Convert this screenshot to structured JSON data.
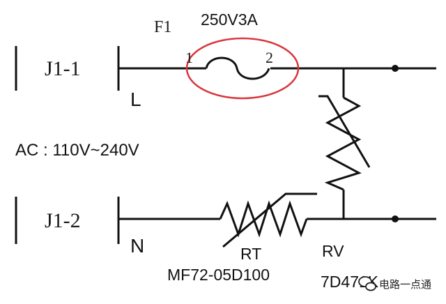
{
  "connectors": {
    "j1_1": "J1-1",
    "j1_2": "J1-2"
  },
  "fuse": {
    "ref": "F1",
    "rating": "250V3A",
    "pin1": "1",
    "pin2": "2",
    "highlight_color": "#d9363e"
  },
  "lines": {
    "line_label": "L",
    "neutral_label": "N"
  },
  "input": {
    "label": "AC : 110V~240V"
  },
  "thermistor": {
    "ref": "RT",
    "part": "MF72-05D100"
  },
  "varistor": {
    "ref": "RV",
    "part": "7D471K"
  },
  "watermark": {
    "text": "电路一点通",
    "icon": "wechat-icon"
  },
  "colors": {
    "wire": "#111111",
    "background": "#ffffff"
  }
}
